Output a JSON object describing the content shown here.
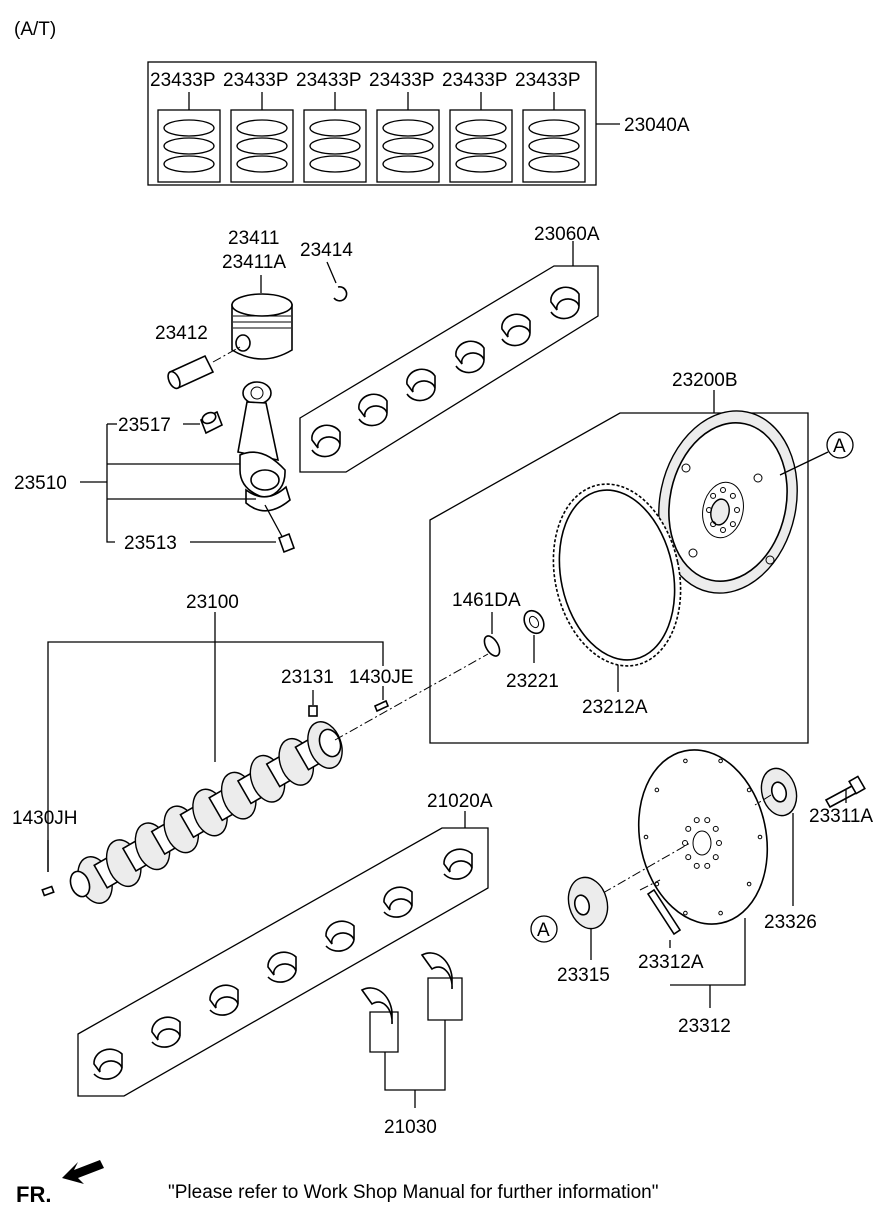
{
  "header": {
    "variant": "(A/T)"
  },
  "labels": {
    "piston_ring": "23433P",
    "ring_set": "23040A",
    "piston": "23411",
    "piston_alt": "23411A",
    "snap_ring": "23414",
    "piston_pin": "23412",
    "conrod_bush": "23517",
    "conrod_assy": "23510",
    "conrod_bolt": "23513",
    "conrod_bearing": "23060A",
    "flywheel": "23200B",
    "crankshaft": "23100",
    "ring_gear": "23212A",
    "pin_1461": "1461DA",
    "bearing_23221": "23221",
    "key_23131": "23131",
    "pin_je": "1430JE",
    "pin_jh": "1430JH",
    "main_bearing": "21020A",
    "thrust_bearing": "21030",
    "drive_plate_bolt": "23311A",
    "plate_23326": "23326",
    "adapter_23315": "23315",
    "plate_23312a": "23312A",
    "drive_plate": "23312",
    "ref_a": "A"
  },
  "footer": {
    "direction": "FR.",
    "note": "\"Please refer to Work Shop Manual for further information\""
  }
}
